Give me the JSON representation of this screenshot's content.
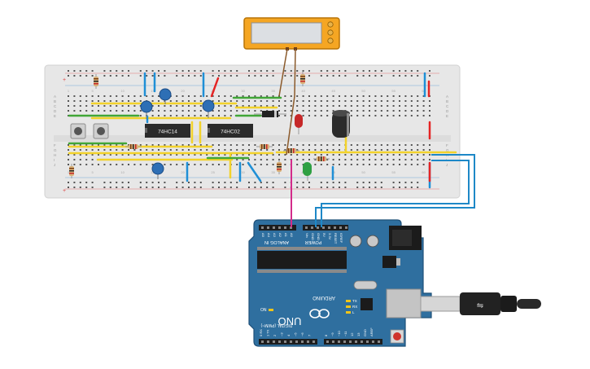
{
  "breadboard": {
    "row_letters_top": [
      "A",
      "B",
      "C",
      "D",
      "E"
    ],
    "row_letters_bottom": [
      "F",
      "G",
      "H",
      "I",
      "J"
    ],
    "column_numbers": [
      "1",
      "5",
      "10",
      "15",
      "20",
      "25",
      "30",
      "35",
      "40",
      "45",
      "50",
      "55",
      "60"
    ],
    "rail_plus": "+",
    "rail_minus": "−"
  },
  "chips": {
    "ic1_label": "74HC14",
    "ic2_label": "74HC02"
  },
  "arduino": {
    "brand": "ARDUINO",
    "model": "UNO",
    "header_analog": "ANALOG IN",
    "header_power": "POWER",
    "header_digital": "DIGITAL (PWM~)",
    "analog_pins": [
      "A5",
      "A4",
      "A3",
      "A2",
      "A1",
      "A0"
    ],
    "power_pins": [
      "Vin",
      "GND",
      "GND",
      "5V",
      "3.3V",
      "RESET",
      "IOREF"
    ],
    "digital_pins_left": [
      "0 RX",
      "1 TX",
      "2",
      "~3",
      "4",
      "~5",
      "~6",
      "7"
    ],
    "digital_pins_right": [
      "8",
      "~9",
      "~10",
      "~11",
      "12",
      "13",
      "GND",
      "AREF"
    ],
    "led_on_label": "ON",
    "led_tx_label": "TX",
    "led_rx_label": "RX",
    "led_l_label": "L"
  },
  "colors": {
    "board_blue": "#2f6f9f",
    "breadboard": "#e9e9e9",
    "wire_yellow": "#f2d22b",
    "wire_green": "#41a637",
    "wire_blue": "#1f8fd6",
    "wire_red": "#e52424",
    "wire_pink": "#d32b8a",
    "lcd_frame": "#f5a623"
  }
}
